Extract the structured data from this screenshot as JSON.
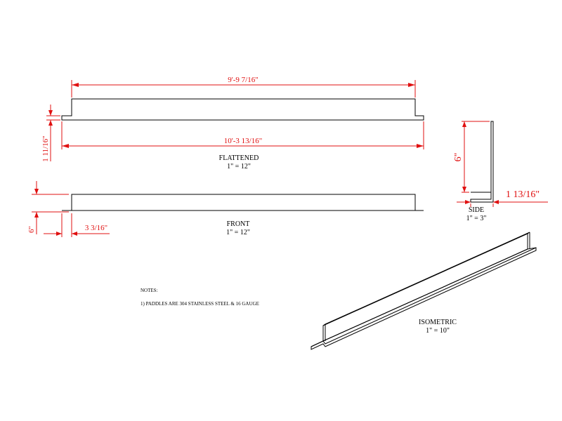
{
  "views": {
    "flattened": {
      "title": "FLATTENED",
      "scale": "1\" = 12\""
    },
    "front": {
      "title": "FRONT",
      "scale": "1\" = 12\""
    },
    "side": {
      "title": "SIDE",
      "scale": "1\" = 3\""
    },
    "isometric": {
      "title": "ISOMETRIC",
      "scale": "1\" = 10\""
    }
  },
  "dimensions": {
    "flattened_top_length": "9'-9 7/16\"",
    "flattened_bottom_length": "10'-3 13/16\"",
    "flattened_height": "1 11/16\"",
    "front_height": "6\"",
    "front_offset": "3 3/16\"",
    "side_height": "6\"",
    "side_flange": "1 13/16\""
  },
  "notes": {
    "heading": "NOTES:",
    "items": [
      "1) PADDLES ARE 304 STAINLESS STEEL & 16 GAUGE"
    ]
  },
  "colors": {
    "dimension": "#e01010",
    "object": "#000000"
  }
}
